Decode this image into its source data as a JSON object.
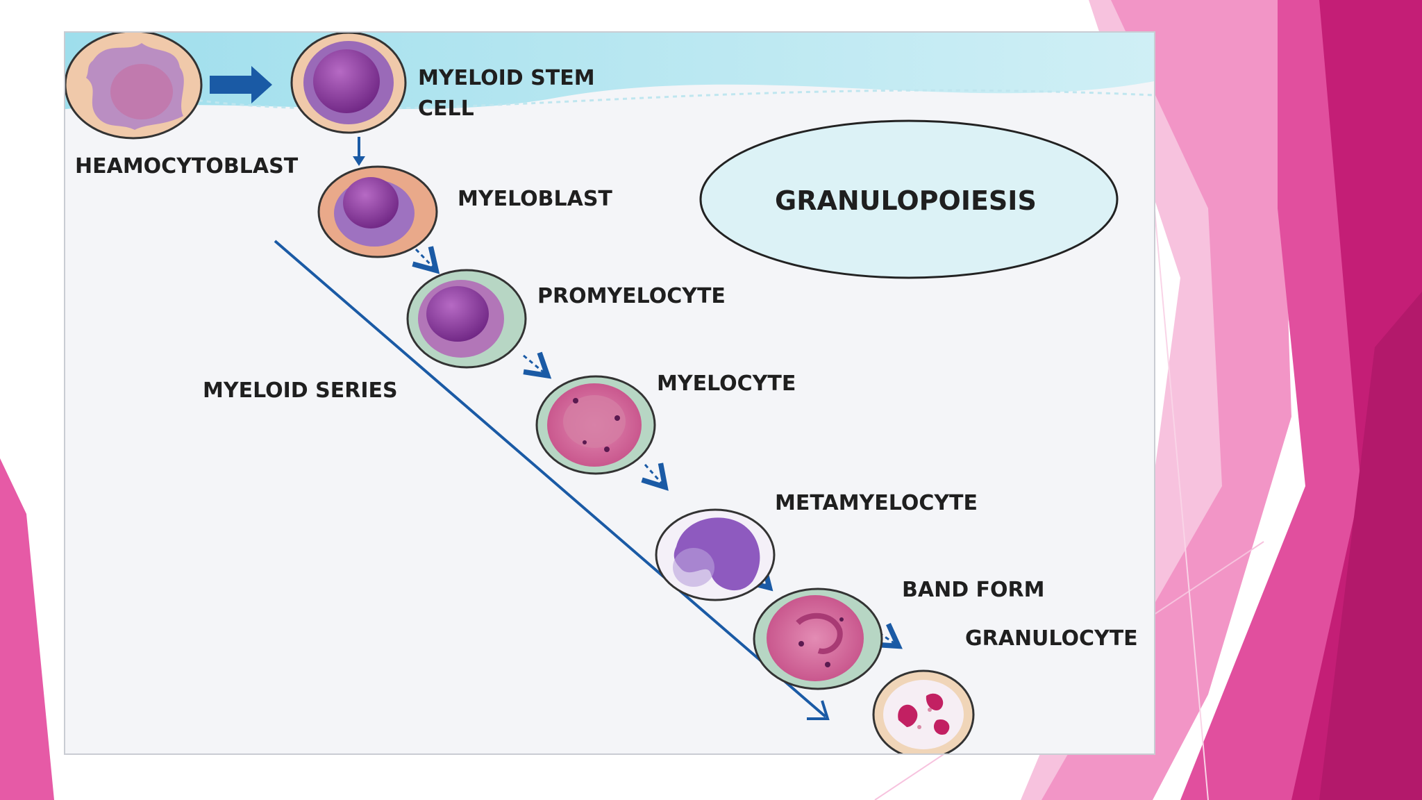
{
  "diagram": {
    "title": "GRANULOPOIESIS",
    "series_label": "MYELOID SERIES",
    "stages": [
      {
        "id": "heamocytoblast",
        "label": "HEAMOCYTOBLAST"
      },
      {
        "id": "myeloid-stem-cell",
        "label_line1": "MYELOID STEM",
        "label_line2": "CELL"
      },
      {
        "id": "myeloblast",
        "label": "MYELOBLAST"
      },
      {
        "id": "promyelocyte",
        "label": "PROMYELOCYTE"
      },
      {
        "id": "myelocyte",
        "label": "MYELOCYTE"
      },
      {
        "id": "metamyelocyte",
        "label": "METAMYELOCYTE"
      },
      {
        "id": "band-form",
        "label": "BAND FORM"
      },
      {
        "id": "granulocyte",
        "label": "GRANULOCYTE"
      }
    ]
  },
  "colors": {
    "slide_magenta": "#c41e76",
    "slide_pink": "#e65aa6",
    "slide_light_pink": "#f7c2de",
    "arrow_blue": "#1a5aa5",
    "ellipse_fill": "#dcf2f6",
    "wave_cyan": "#8fdaea",
    "cell_purple": "#8a3c9c",
    "cell_pink": "#cf5a8e"
  }
}
